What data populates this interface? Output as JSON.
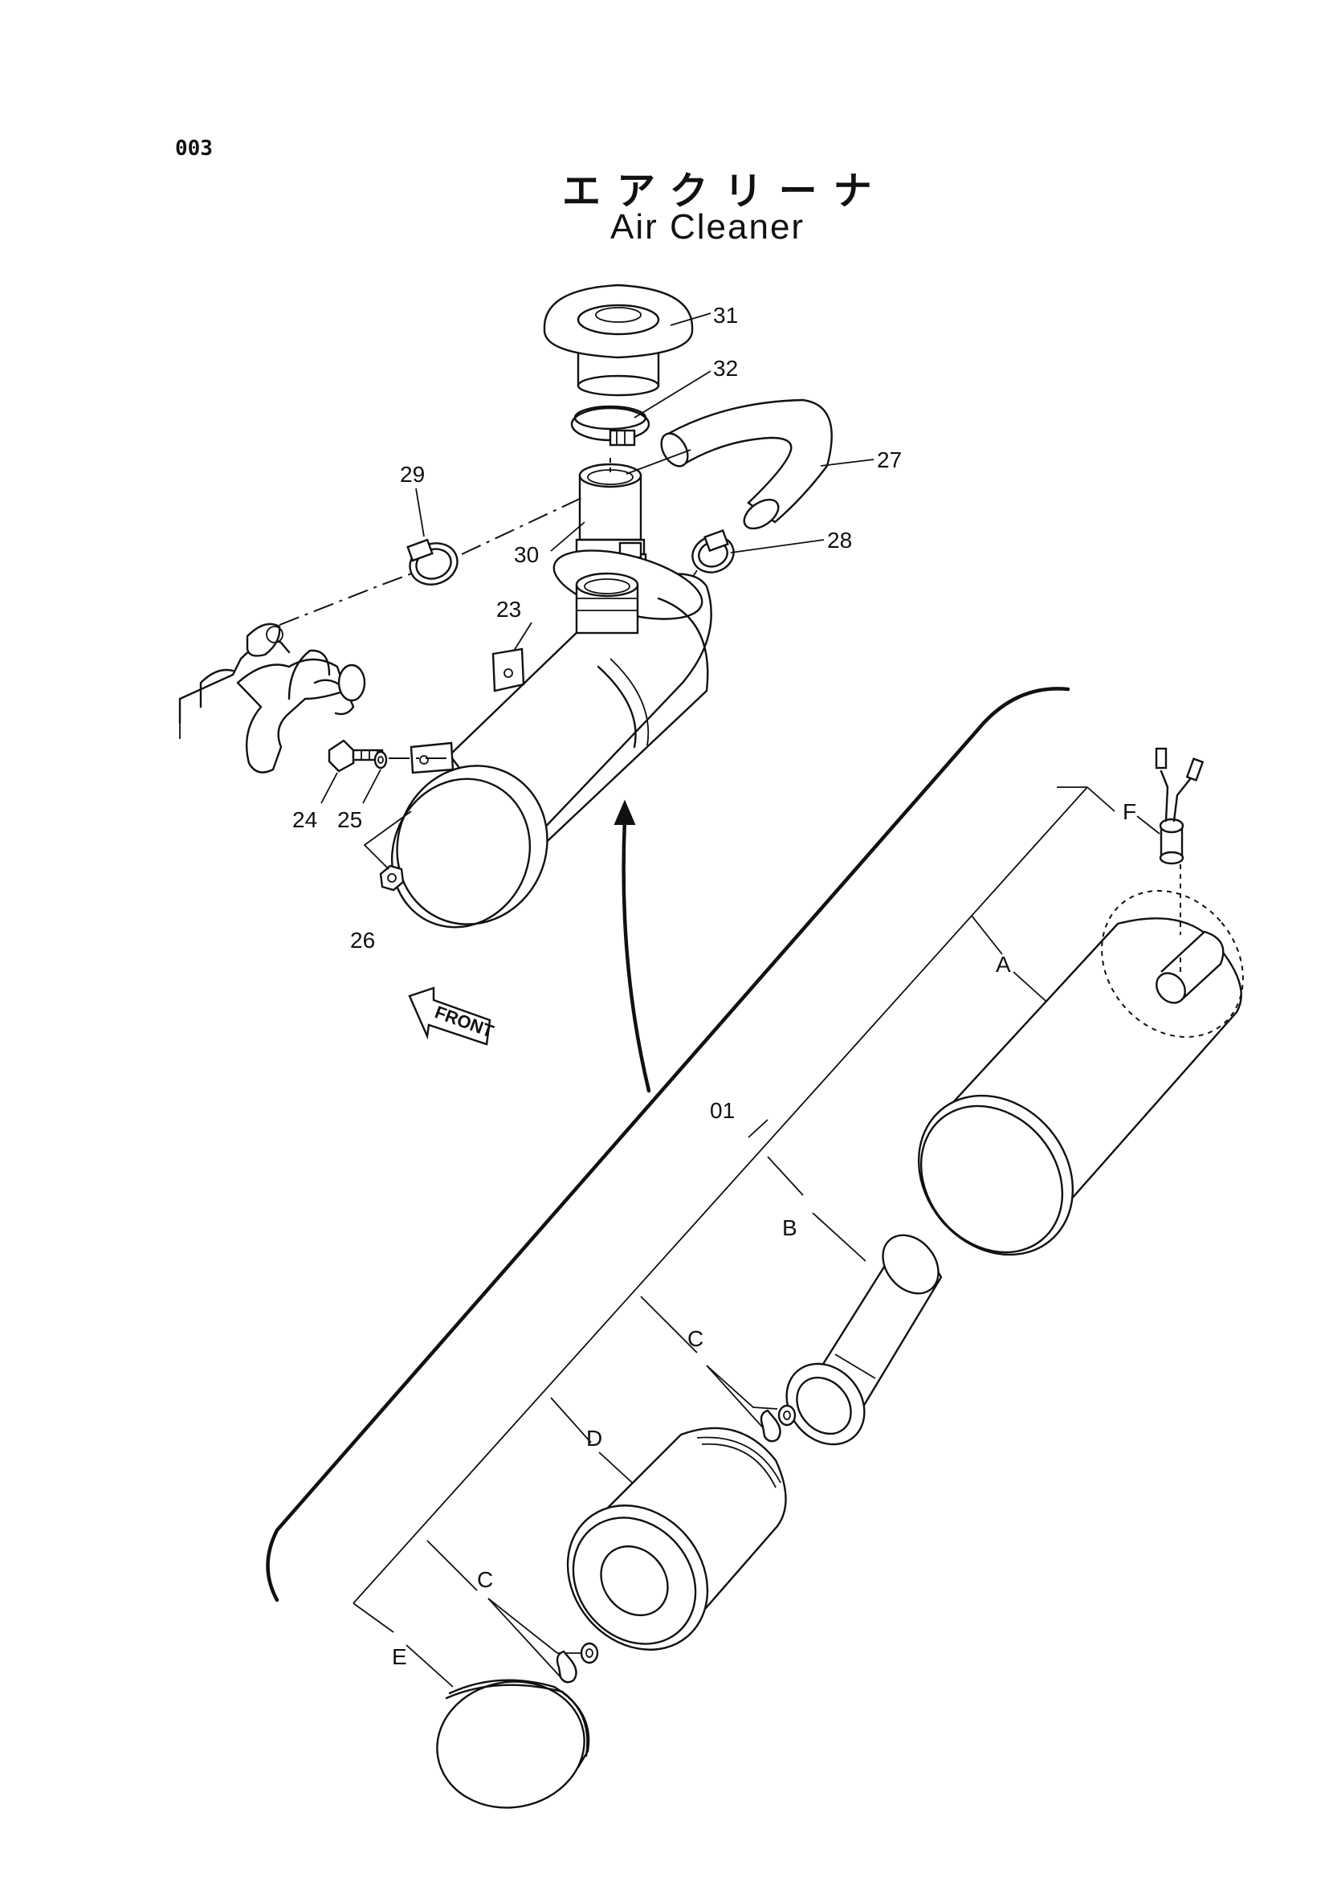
{
  "page": {
    "number": "003",
    "title_jp": "エアクリーナ",
    "title_en": "Air Cleaner"
  },
  "callouts": {
    "p31": "31",
    "p32": "32",
    "p27": "27",
    "p29": "29",
    "p30": "30",
    "p28": "28",
    "p23": "23",
    "p24": "24",
    "p25": "25",
    "p26": "26",
    "p01": "01",
    "sub_a": "A",
    "sub_b": "B",
    "sub_c1": "C",
    "sub_c2": "C",
    "sub_d": "D",
    "sub_e": "E",
    "sub_f": "F"
  },
  "front_marker": "FRONT"
}
